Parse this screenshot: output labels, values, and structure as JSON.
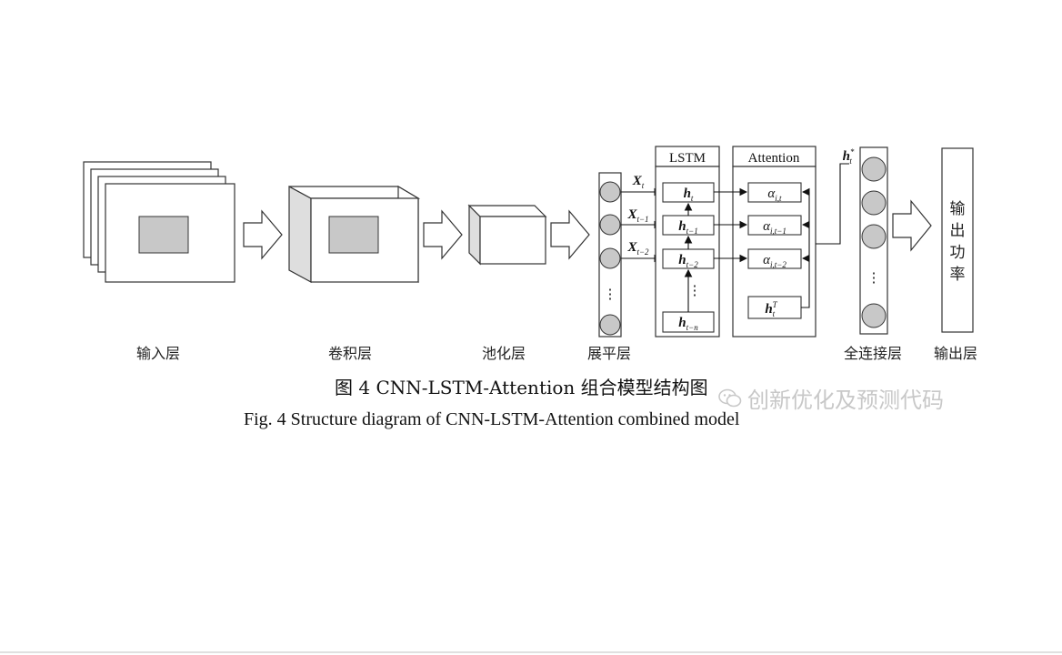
{
  "layers": {
    "input": "输入层",
    "conv": "卷积层",
    "pool": "池化层",
    "flatten": "展平层",
    "fc": "全连接层",
    "output": "输出层"
  },
  "boxes": {
    "lstm_title": "LSTM",
    "attention_title": "Attention",
    "output_power": "输出功率"
  },
  "inputs": [
    {
      "base": "X",
      "sub": "t"
    },
    {
      "base": "X",
      "sub": "t−1"
    },
    {
      "base": "X",
      "sub": "t−2"
    }
  ],
  "lstm_cells": [
    {
      "base": "h",
      "sub": "t"
    },
    {
      "base": "h",
      "sub": "t−1"
    },
    {
      "base": "h",
      "sub": "t−2"
    },
    {
      "base": "h",
      "sub": "t−n"
    }
  ],
  "attention_cells": [
    {
      "base": "α",
      "sub": "i,t"
    },
    {
      "base": "α",
      "sub": "i,t−1"
    },
    {
      "base": "α",
      "sub": "i,t−2"
    }
  ],
  "attention_h": {
    "base": "h",
    "sub": "t",
    "sup": "T"
  },
  "context": {
    "base": "h",
    "sub": "t",
    "sup": "*"
  },
  "dots": "⋮",
  "caption": {
    "cn": "图 4  CNN-LSTM-Attention 组合模型结构图",
    "en": "Fig. 4 Structure diagram of CNN-LSTM-Attention combined model"
  },
  "watermark": "创新优化及预测代码",
  "colors": {
    "fill_gray": "#c8c8c8",
    "stroke": "#333333"
  }
}
